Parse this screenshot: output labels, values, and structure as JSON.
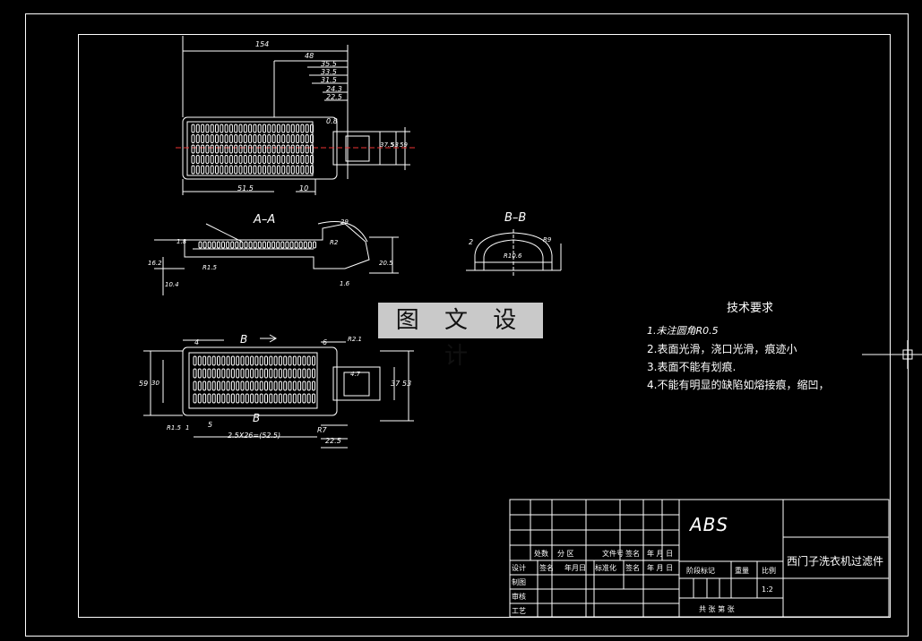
{
  "views": {
    "section_aa": "A–A",
    "section_bb": "B–B",
    "arrow_b_top": "B",
    "arrow_b_bottom": "B"
  },
  "dimensions": {
    "top_view": [
      "154",
      "48",
      "35.5",
      "33.5",
      "31.5",
      "24.3",
      "22.5",
      "0.8",
      "51.5",
      "10",
      "53",
      "59",
      "37.5"
    ],
    "section_aa": [
      "1.8",
      "16.2",
      "20.5",
      "10.4",
      "R1.5",
      "R2",
      "1.6",
      "29"
    ],
    "section_bb": [
      "2",
      "R10.6",
      "R9"
    ],
    "bottom_view": [
      "4",
      "6",
      "R2.1",
      "59",
      "30",
      "37",
      "53",
      "2.5X26=(52.5)",
      "5",
      "R7",
      "22.5",
      "R1.5",
      "4.7",
      "1"
    ]
  },
  "watermark": "图 文 设 计",
  "notes": {
    "title": "技术要求",
    "items": [
      "1.未注圆角R0.5",
      "2.表面光滑，浇口光滑，痕迹小",
      "3.表面不能有划痕.",
      "4.不能有明显的缺陷如熔接痕，缩凹，"
    ]
  },
  "title_block": {
    "row_labels": [
      "设计",
      "制图",
      "审核",
      "工艺"
    ],
    "header_cells": [
      "处数",
      "分 区",
      "文件号",
      "签名",
      "年 月 日"
    ],
    "design_row": [
      "签名",
      "年月日",
      "标准化",
      "签名",
      "年 月 日"
    ],
    "stage_label": "阶段标记",
    "weight_label": "重量",
    "scale_label": "比例",
    "scale_value": "1:2",
    "sheets": "共   张  第   张",
    "material": "ABS",
    "part_name": "西门子洗衣机过滤件"
  }
}
